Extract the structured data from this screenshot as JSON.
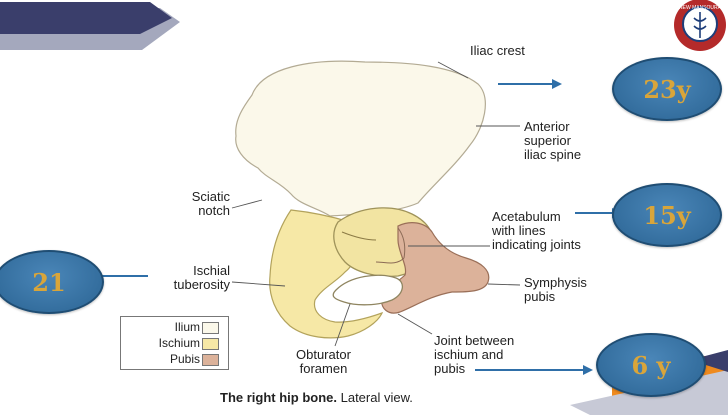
{
  "labels": {
    "iliac_crest": "Iliac crest",
    "anterior_superior_iliac_spine": "Anterior\nsuperior\niliac spine",
    "sciatic_notch": "Sciatic\nnotch",
    "acetabulum": "Acetabulum\nwith lines\nindicating joints",
    "ischial_tuberosity": "Ischial\ntuberosity",
    "symphysis_pubis": "Symphysis\npubis",
    "obturator_foramen": "Obturator\nforamen",
    "joint_ischium_pubis": "Joint between\nischium and\npubis"
  },
  "badges": {
    "iliac_crest_age": "23y",
    "acetabulum_age": "15y",
    "ischial_tuberosity_age": "21",
    "ischium_pubis_joint_age": "6 y"
  },
  "legend": {
    "items": [
      {
        "label": "Ilium",
        "color": "#fbf8ea"
      },
      {
        "label": "Ischium",
        "color": "#f6e8a6"
      },
      {
        "label": "Pubis",
        "color": "#dcb29a"
      }
    ]
  },
  "caption": {
    "bold": "The right hip bone.",
    "normal": " Lateral view."
  },
  "colors": {
    "banner": "#3a3e6b",
    "accent_orange": "#ef8a1e",
    "badge_fill": "#346e9e",
    "badge_text": "#d9a53a",
    "arrow": "#2f6fa8"
  },
  "logo": {
    "arc_text": "NEW MANSOURA"
  }
}
